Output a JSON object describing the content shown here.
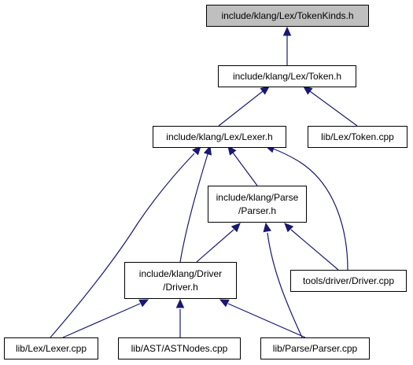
{
  "colors": {
    "node_fill": "#ffffff",
    "focus_fill": "#bfbfbf",
    "node_border": "#000000",
    "edge": "#191970"
  },
  "nodes": {
    "tokenkinds": {
      "lines": [
        "include/klang/Lex/TokenKinds.h"
      ],
      "focus": true
    },
    "token_h": {
      "lines": [
        "include/klang/Lex/Token.h"
      ]
    },
    "lexer_h": {
      "lines": [
        "include/klang/Lex/Lexer.h"
      ]
    },
    "token_cpp": {
      "lines": [
        "lib/Lex/Token.cpp"
      ]
    },
    "parser_h": {
      "lines": [
        "include/klang/Parse",
        "/Parser.h"
      ]
    },
    "driver_h": {
      "lines": [
        "include/klang/Driver",
        "/Driver.h"
      ]
    },
    "driver_cpp": {
      "lines": [
        "tools/driver/Driver.cpp"
      ]
    },
    "lexer_cpp": {
      "lines": [
        "lib/Lex/Lexer.cpp"
      ]
    },
    "astnodes_cpp": {
      "lines": [
        "lib/AST/ASTNodes.cpp"
      ]
    },
    "parser_cpp": {
      "lines": [
        "lib/Parse/Parser.cpp"
      ]
    }
  },
  "edges": [
    {
      "from": "token_h",
      "to": "tokenkinds"
    },
    {
      "from": "lexer_h",
      "to": "token_h"
    },
    {
      "from": "token_cpp",
      "to": "token_h"
    },
    {
      "from": "parser_h",
      "to": "lexer_h"
    },
    {
      "from": "driver_h",
      "to": "lexer_h"
    },
    {
      "from": "driver_cpp",
      "to": "lexer_h"
    },
    {
      "from": "lexer_cpp",
      "to": "lexer_h"
    },
    {
      "from": "driver_h",
      "to": "parser_h"
    },
    {
      "from": "driver_cpp",
      "to": "parser_h"
    },
    {
      "from": "parser_cpp",
      "to": "parser_h"
    },
    {
      "from": "lexer_cpp",
      "to": "driver_h"
    },
    {
      "from": "astnodes_cpp",
      "to": "driver_h"
    },
    {
      "from": "parser_cpp",
      "to": "driver_h"
    }
  ]
}
